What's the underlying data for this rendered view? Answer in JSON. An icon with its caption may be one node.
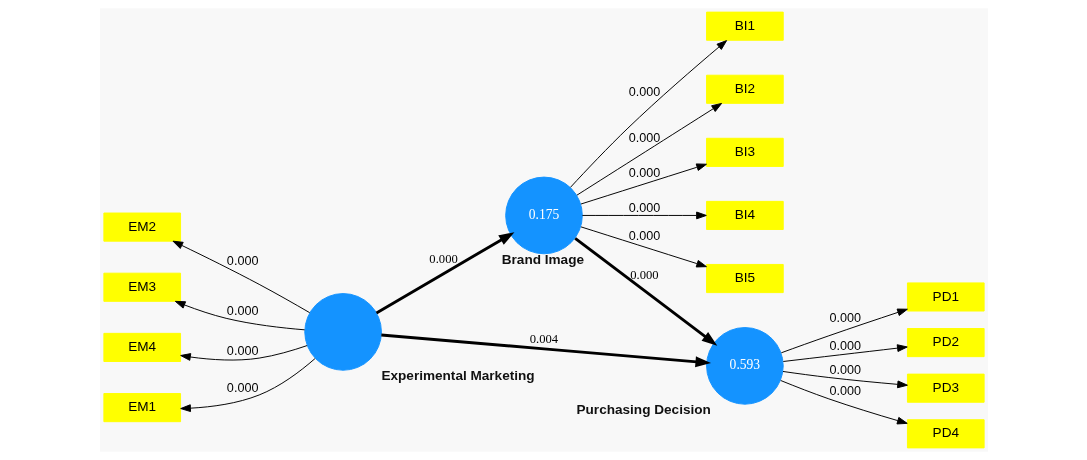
{
  "diagram": {
    "nodes": [
      {
        "text": [
          "BI1"
        ]
      },
      {
        "text": [
          "BI2"
        ]
      },
      {
        "text": [
          "BI3"
        ]
      },
      {
        "text": [
          "BI4"
        ]
      },
      {
        "text": [
          "BI5"
        ]
      },
      {
        "text": [
          "0.175"
        ],
        "beside": [
          "Brand Image"
        ]
      },
      {
        "text": [
          "EM2"
        ]
      },
      {
        "text": [
          "EM3"
        ]
      },
      {
        "text": [
          "EM4"
        ]
      },
      {
        "text": [
          "EM1"
        ]
      },
      {
        "text": [],
        "shape": "circle",
        "beside": [
          "Experimental Marketing"
        ]
      },
      {
        "text": [
          "0.593"
        ],
        "beside": [
          "Purchasing Decision"
        ]
      },
      {
        "text": [
          "PD1"
        ]
      },
      {
        "text": [
          "PD2"
        ]
      },
      {
        "text": [
          "PD3"
        ]
      },
      {
        "text": [
          "PD4"
        ]
      }
    ],
    "edges": [
      {
        "from": 5,
        "to": 0,
        "arrow": "to",
        "label": "0.000"
      },
      {
        "from": 5,
        "to": 1,
        "arrow": "to",
        "label": "0.000"
      },
      {
        "from": 5,
        "to": 2,
        "arrow": "to",
        "label": "0.000"
      },
      {
        "from": 5,
        "to": 3,
        "arrow": "to",
        "label": "0.000"
      },
      {
        "from": 5,
        "to": 4,
        "arrow": "to",
        "label": "0.000"
      },
      {
        "from": 10,
        "to": 6,
        "arrow": "to",
        "label": "0.000"
      },
      {
        "from": 10,
        "to": 7,
        "arrow": "to",
        "label": "0.000"
      },
      {
        "from": 10,
        "to": 8,
        "arrow": "to",
        "label": "0.000"
      },
      {
        "from": 10,
        "to": 9,
        "arrow": "to",
        "label": "0.000"
      },
      {
        "from": 10,
        "to": 5,
        "arrow": "to",
        "label": "0.000",
        "style": "thick"
      },
      {
        "from": 5,
        "to": 11,
        "arrow": "to",
        "label": "0.000",
        "style": "thick"
      },
      {
        "from": 10,
        "to": 11,
        "arrow": "to",
        "label": "0.004",
        "style": "thick"
      },
      {
        "from": 11,
        "to": 12,
        "arrow": "to",
        "label": "0.000"
      },
      {
        "from": 11,
        "to": 13,
        "arrow": "to",
        "label": "0.000"
      },
      {
        "from": 11,
        "to": 14,
        "arrow": "to",
        "label": "0.000"
      },
      {
        "from": 11,
        "to": 15,
        "arrow": "to",
        "label": "0.000"
      }
    ]
  }
}
